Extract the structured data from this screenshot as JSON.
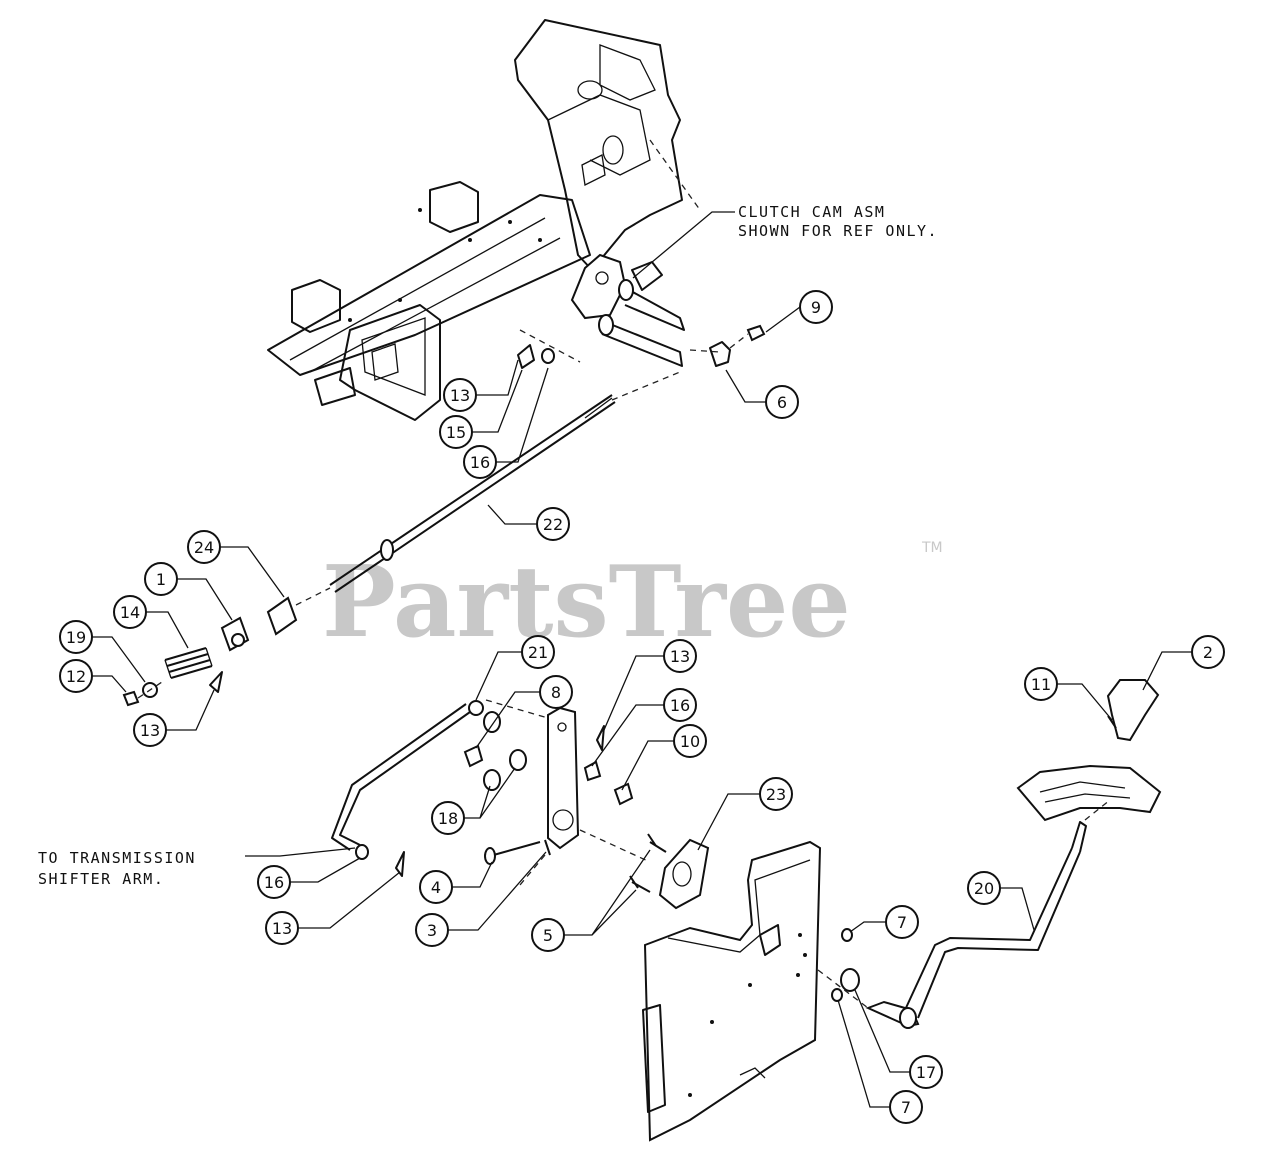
{
  "watermark": {
    "text": "PartsTree",
    "trademark": "TM"
  },
  "notes": {
    "clutch_line1": "CLUTCH CAM ASM",
    "clutch_line2": "SHOWN FOR REF ONLY.",
    "trans_line1": "TO TRANSMISSION",
    "trans_line2": "SHIFTER ARM."
  },
  "callouts": [
    {
      "id": "c9",
      "label": "9"
    },
    {
      "id": "c6",
      "label": "6"
    },
    {
      "id": "c13a",
      "label": "13"
    },
    {
      "id": "c15",
      "label": "15"
    },
    {
      "id": "c16a",
      "label": "16"
    },
    {
      "id": "c22",
      "label": "22"
    },
    {
      "id": "c24",
      "label": "24"
    },
    {
      "id": "c1",
      "label": "1"
    },
    {
      "id": "c14",
      "label": "14"
    },
    {
      "id": "c19",
      "label": "19"
    },
    {
      "id": "c12",
      "label": "12"
    },
    {
      "id": "c13b",
      "label": "13"
    },
    {
      "id": "c21",
      "label": "21"
    },
    {
      "id": "c8",
      "label": "8"
    },
    {
      "id": "c13c",
      "label": "13"
    },
    {
      "id": "c16b",
      "label": "16"
    },
    {
      "id": "c10",
      "label": "10"
    },
    {
      "id": "c18",
      "label": "18"
    },
    {
      "id": "c23",
      "label": "23"
    },
    {
      "id": "c2",
      "label": "2"
    },
    {
      "id": "c11",
      "label": "11"
    },
    {
      "id": "c16c",
      "label": "16"
    },
    {
      "id": "c4",
      "label": "4"
    },
    {
      "id": "c3",
      "label": "3"
    },
    {
      "id": "c13d",
      "label": "13"
    },
    {
      "id": "c5",
      "label": "5"
    },
    {
      "id": "c20",
      "label": "20"
    },
    {
      "id": "c7a",
      "label": "7"
    },
    {
      "id": "c17",
      "label": "17"
    },
    {
      "id": "c7b",
      "label": "7"
    }
  ]
}
